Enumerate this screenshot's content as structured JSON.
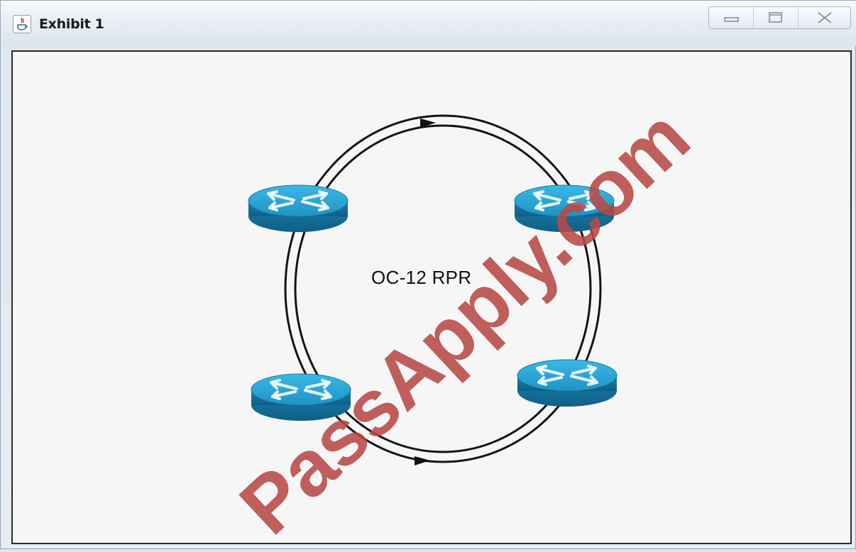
{
  "window": {
    "title": "Exhibit 1",
    "app_icon": "java-icon",
    "buttons": [
      "minimize-icon",
      "maximize-icon",
      "close-icon"
    ]
  },
  "diagram": {
    "ring_label": "OC-12 RPR",
    "router_icon": "router-icon",
    "router_count": 4,
    "accent_color": "#1f8fbf"
  },
  "watermark": {
    "text": "PassApply.com",
    "color": "#b84a45"
  }
}
